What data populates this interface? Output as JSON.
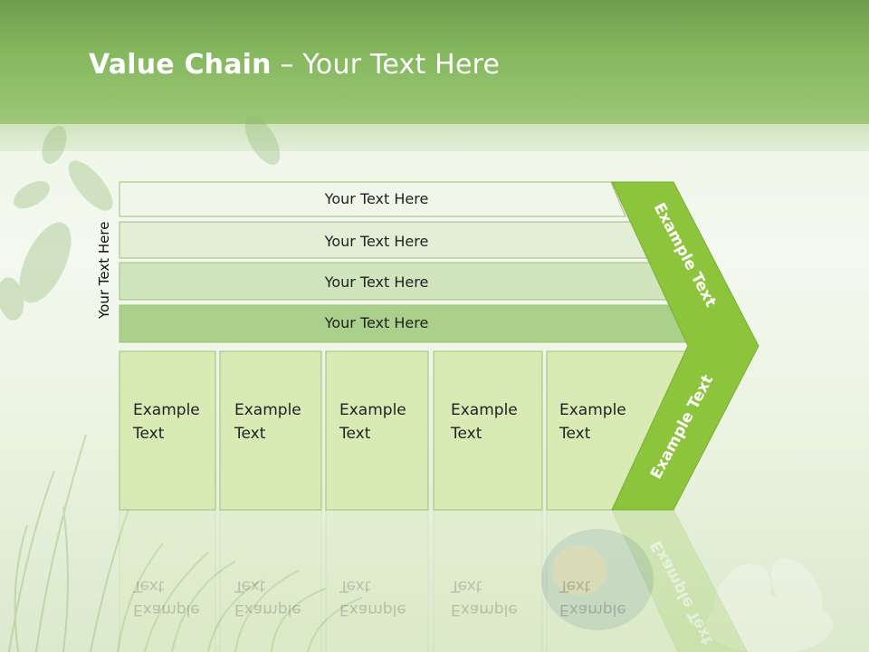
{
  "title": {
    "bold": "Value Chain",
    "rest": " – Your Text Here"
  },
  "side_label": "Your Text Here",
  "rows": [
    {
      "label": "Your Text Here",
      "fill": "#f1f6ea"
    },
    {
      "label": "Your Text Here",
      "fill": "#e2eed5"
    },
    {
      "label": "Your Text Here",
      "fill": "#d0e4bd"
    },
    {
      "label": "Your Text Here",
      "fill": "#abd08c"
    }
  ],
  "columns": [
    {
      "line1": "Example",
      "line2": "Text"
    },
    {
      "line1": "Example",
      "line2": "Text"
    },
    {
      "line1": "Example",
      "line2": "Text"
    },
    {
      "line1": "Example",
      "line2": "Text"
    },
    {
      "line1": "Example",
      "line2": "Text"
    }
  ],
  "arrow": {
    "upper": "Example Text",
    "lower": "Example Text",
    "color": "#8cc43c"
  },
  "colors": {
    "column_fill": "#d9ebb5",
    "column_stroke": "#9cbf7c",
    "row_stroke": "#9cbf7c"
  }
}
